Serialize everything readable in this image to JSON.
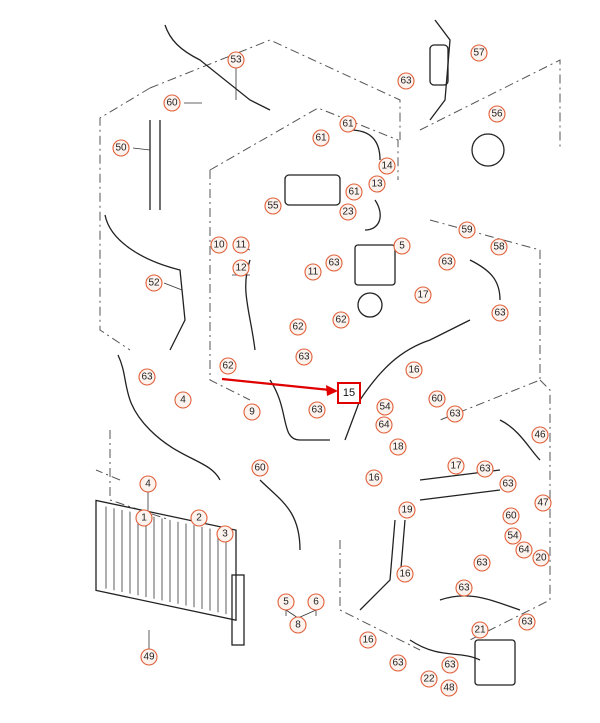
{
  "highlight": {
    "label": "15",
    "box_color": "#e00000",
    "arrow_color": "#e00000"
  },
  "callout_color": "#e0603a",
  "callouts": [
    {
      "id": "c57",
      "label": "57"
    },
    {
      "id": "c63a",
      "label": "63"
    },
    {
      "id": "c53",
      "label": "53"
    },
    {
      "id": "c60a",
      "label": "60"
    },
    {
      "id": "c56",
      "label": "56"
    },
    {
      "id": "c61a",
      "label": "61"
    },
    {
      "id": "c50",
      "label": "50"
    },
    {
      "id": "c61b",
      "label": "61"
    },
    {
      "id": "c14",
      "label": "14"
    },
    {
      "id": "c61c",
      "label": "61"
    },
    {
      "id": "c13",
      "label": "13"
    },
    {
      "id": "c55",
      "label": "55"
    },
    {
      "id": "c23",
      "label": "23"
    },
    {
      "id": "c10",
      "label": "10"
    },
    {
      "id": "c5",
      "label": "5"
    },
    {
      "id": "c59",
      "label": "59"
    },
    {
      "id": "c58",
      "label": "58"
    },
    {
      "id": "c11a",
      "label": "11"
    },
    {
      "id": "c63b",
      "label": "63"
    },
    {
      "id": "c12",
      "label": "12"
    },
    {
      "id": "c11b",
      "label": "11"
    },
    {
      "id": "c63c",
      "label": "63"
    },
    {
      "id": "c52",
      "label": "52"
    },
    {
      "id": "c17a",
      "label": "17"
    },
    {
      "id": "c62a",
      "label": "62"
    },
    {
      "id": "c62b",
      "label": "62"
    },
    {
      "id": "c63d",
      "label": "63"
    },
    {
      "id": "c62c",
      "label": "62"
    },
    {
      "id": "c63e",
      "label": "63"
    },
    {
      "id": "c16a",
      "label": "16"
    },
    {
      "id": "c63f",
      "label": "63"
    },
    {
      "id": "c60b",
      "label": "60"
    },
    {
      "id": "c54a",
      "label": "54"
    },
    {
      "id": "c64a",
      "label": "64"
    },
    {
      "id": "c63g",
      "label": "63"
    },
    {
      "id": "c4a",
      "label": "4"
    },
    {
      "id": "c9",
      "label": "9"
    },
    {
      "id": "c63h",
      "label": "63"
    },
    {
      "id": "c46",
      "label": "46"
    },
    {
      "id": "c18",
      "label": "18"
    },
    {
      "id": "c60c",
      "label": "60"
    },
    {
      "id": "c17b",
      "label": "17"
    },
    {
      "id": "c63i",
      "label": "63"
    },
    {
      "id": "c16b",
      "label": "16"
    },
    {
      "id": "c4b",
      "label": "4"
    },
    {
      "id": "c63j",
      "label": "63"
    },
    {
      "id": "c47",
      "label": "47"
    },
    {
      "id": "c1",
      "label": "1"
    },
    {
      "id": "c2",
      "label": "2"
    },
    {
      "id": "c3",
      "label": "3"
    },
    {
      "id": "c19",
      "label": "19"
    },
    {
      "id": "c60d",
      "label": "60"
    },
    {
      "id": "c54b",
      "label": "54"
    },
    {
      "id": "c64b",
      "label": "64"
    },
    {
      "id": "c20",
      "label": "20"
    },
    {
      "id": "c16c",
      "label": "16"
    },
    {
      "id": "c63k",
      "label": "63"
    },
    {
      "id": "c63l",
      "label": "63"
    },
    {
      "id": "c5b",
      "label": "5"
    },
    {
      "id": "c6",
      "label": "6"
    },
    {
      "id": "c8",
      "label": "8"
    },
    {
      "id": "c21",
      "label": "21"
    },
    {
      "id": "c63m",
      "label": "63"
    },
    {
      "id": "c16d",
      "label": "16"
    },
    {
      "id": "c49",
      "label": "49"
    },
    {
      "id": "c63n",
      "label": "63"
    },
    {
      "id": "c63o",
      "label": "63"
    },
    {
      "id": "c22",
      "label": "22"
    },
    {
      "id": "c48",
      "label": "48"
    }
  ]
}
